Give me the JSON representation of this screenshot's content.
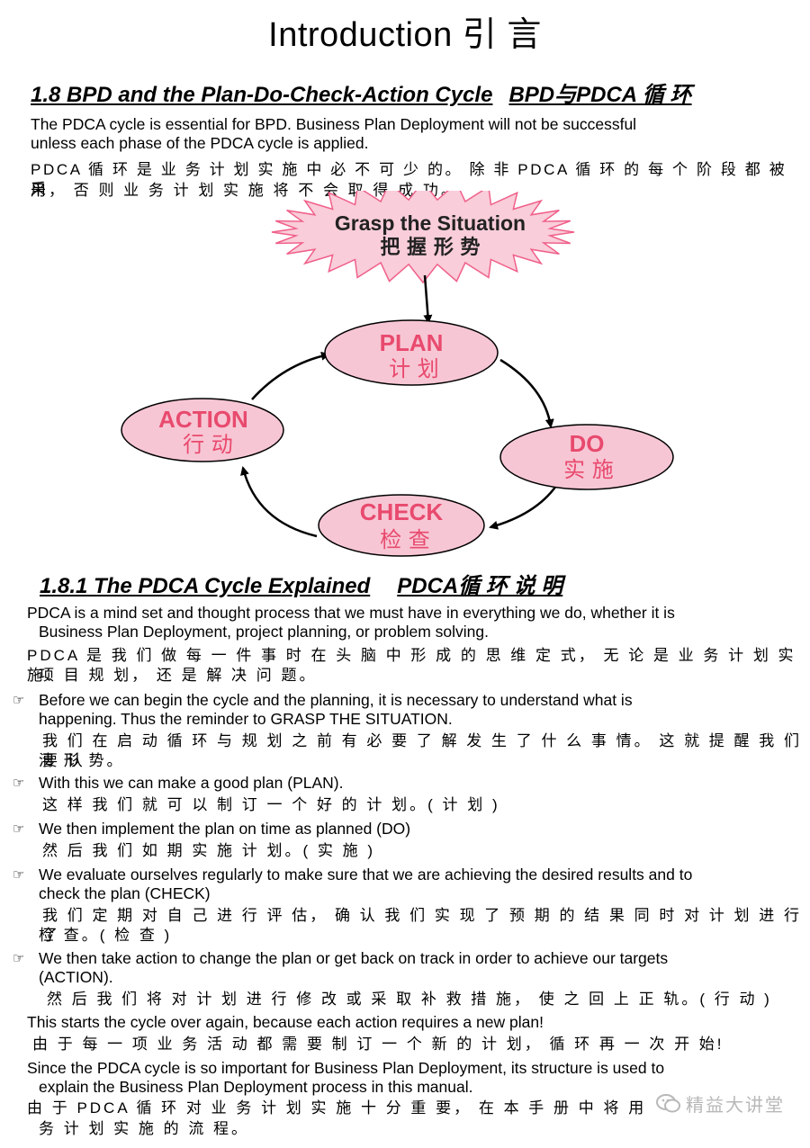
{
  "title": "Introduction 引 言",
  "section18": {
    "heading_en": "1.8 BPD and the Plan-Do-Check-Action  Cycle",
    "heading_cn": "BPD与PDCA 循 环",
    "intro_en_1": "The PDCA cycle is essential for BPD.  Business Plan Deployment will not be successful",
    "intro_en_2": "unless each phase of the PDCA cycle is applied.",
    "intro_cn_1": "PDCA 循 环 是 业 务 计 划 实 施 中 必 不 可 少 的。 除 非 PDCA 循 环 的 每 个 阶 段 都 被 采",
    "intro_cn_2": "用， 否 则 业 务 计 划 实 施 将 不 会 取 得 成 功。"
  },
  "diagram": {
    "grasp_en": "Grasp the Situation",
    "grasp_cn": "把 握 形 势",
    "plan_en": "PLAN",
    "plan_cn": "计 划",
    "do_en": "DO",
    "do_cn": "实 施",
    "check_en": "CHECK",
    "check_cn": "检 查",
    "action_en": "ACTION",
    "action_cn": "行 动",
    "colors": {
      "node_fill": "#f7c6d4",
      "node_text": "#e84a6e",
      "burst_fill": "#f9cdd9",
      "burst_stroke": "#f0608a"
    }
  },
  "section181": {
    "heading_en": "1.8.1 The PDCA Cycle Explained",
    "heading_cn": "PDCA循 环 说 明",
    "p1_en_1": "PDCA is a mind set and thought process that we must have in everything we do, whether it is",
    "p1_en_2": "Business Plan Deployment, project planning, or problem solving.",
    "p1_cn_1": "PDCA 是 我 们 做 每 一 件 事 时 在 头 脑 中 形 成 的 思 维 定 式， 无 论 是 业 务 计 划 实 施、",
    "p1_cn_2": "项 目 规 划， 还 是 解 决 问 题。",
    "b1_en_1": "Before we can begin the cycle and the planning, it is necessary to understand what is",
    "b1_en_2": "happening.  Thus the reminder to GRASP THE SITUATION.",
    "b1_cn_1": "我 们 在 启 动 循 环 与 规 划 之 前 有 必 要 了 解 发 生 了 什 么 事 情。 这 就 提 醒 我 们 要 认",
    "b1_cn_2": "清 形  势。",
    "b2_en": "With this we can make a good plan (PLAN).",
    "b2_cn": "这 样 我 们 就 可 以 制 订 一 个 好 的 计 划。( 计 划 )",
    "b3_en": "We then implement the plan on time as planned (DO)",
    "b3_cn": "然 后 我 们 如 期 实 施 计 划。( 实 施 )",
    "b4_en_1": "We evaluate ourselves regularly to make sure that we are achieving the desired results and to",
    "b4_en_2": "check the plan (CHECK)",
    "b4_cn_1": "我 们 定 期 对 自 己 进 行 评 估， 确 认 我 们 实 现 了 预 期 的 结 果 同 时 对 计 划 进 行 了",
    "b4_cn_2": "检 查。( 检 查 )",
    "b5_en_1": "We then take action to change the plan or get back on track in order to achieve our targets",
    "b5_en_2": "(ACTION).",
    "b5_cn": "然 后 我 们 将 对 计 划 进 行 修 改 或 采 取 补 救 措 施， 使 之 回 上 正 轨。( 行 动 )",
    "p2_en": "This starts the cycle over again, because each action requires a new plan!",
    "p2_cn": "由 于 每 一 项 业 务 活 动 都 需 要 制 订 一 个 新 的 计 划， 循 环 再 一 次 开 始!",
    "p3_en_1": "Since the PDCA cycle is so important for Business Plan Deployment, its structure is used to",
    "p3_en_2": "explain the Business Plan Deployment process in this manual.",
    "p3_cn_1": "由 于 PDCA 循 环 对 业 务 计 划 实 施 十 分 重 要， 在 本 手 册 中 将 用",
    "p3_cn_2": "务 计 划 实 施 的 流 程。"
  },
  "watermark": "精益大讲堂",
  "icons": {
    "bullet": "pointing-hand-icon",
    "watermark": "wechat-icon"
  }
}
